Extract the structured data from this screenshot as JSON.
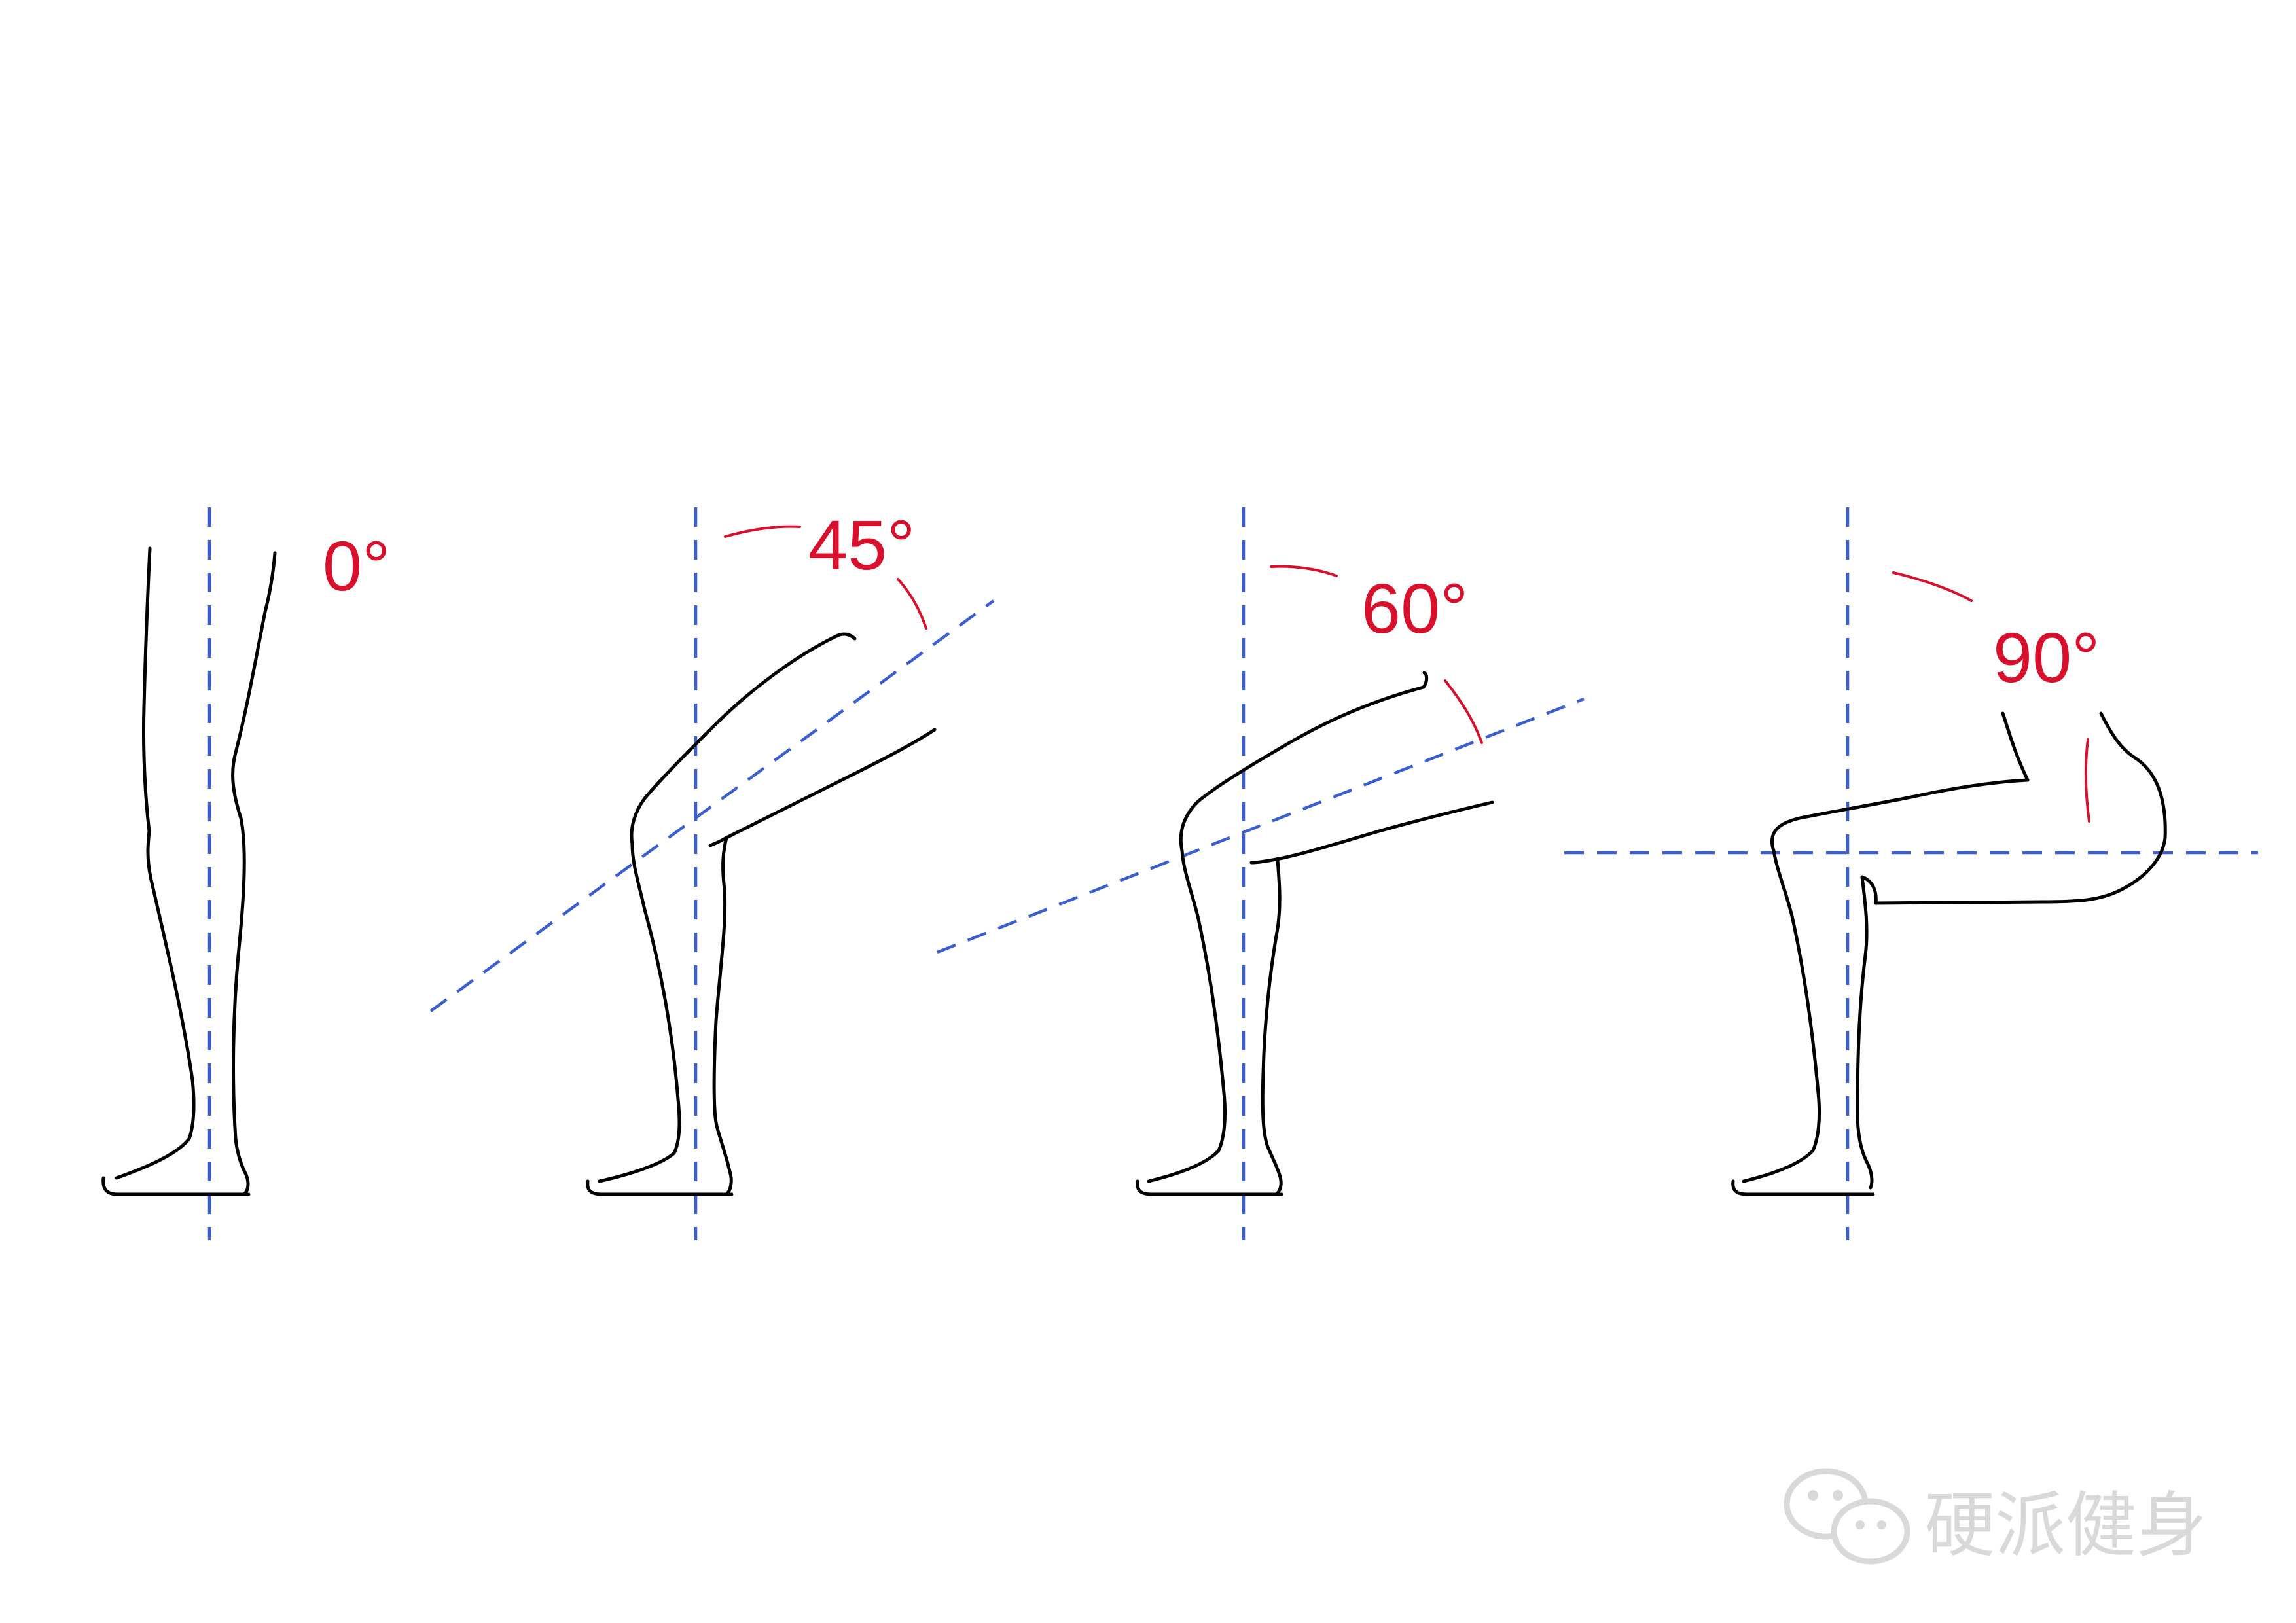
{
  "figures": [
    {
      "label": "0°",
      "angle": 0
    },
    {
      "label": "45°",
      "angle": 45
    },
    {
      "label": "60°",
      "angle": 60
    },
    {
      "label": "90°",
      "angle": 90
    }
  ],
  "watermark": {
    "text": "硬派健身",
    "icon": "wechat-icon"
  },
  "colors": {
    "axis": "#3b5fcf",
    "angle_label": "#d8102c",
    "outline": "#000000",
    "watermark": "#d9d9d9"
  }
}
